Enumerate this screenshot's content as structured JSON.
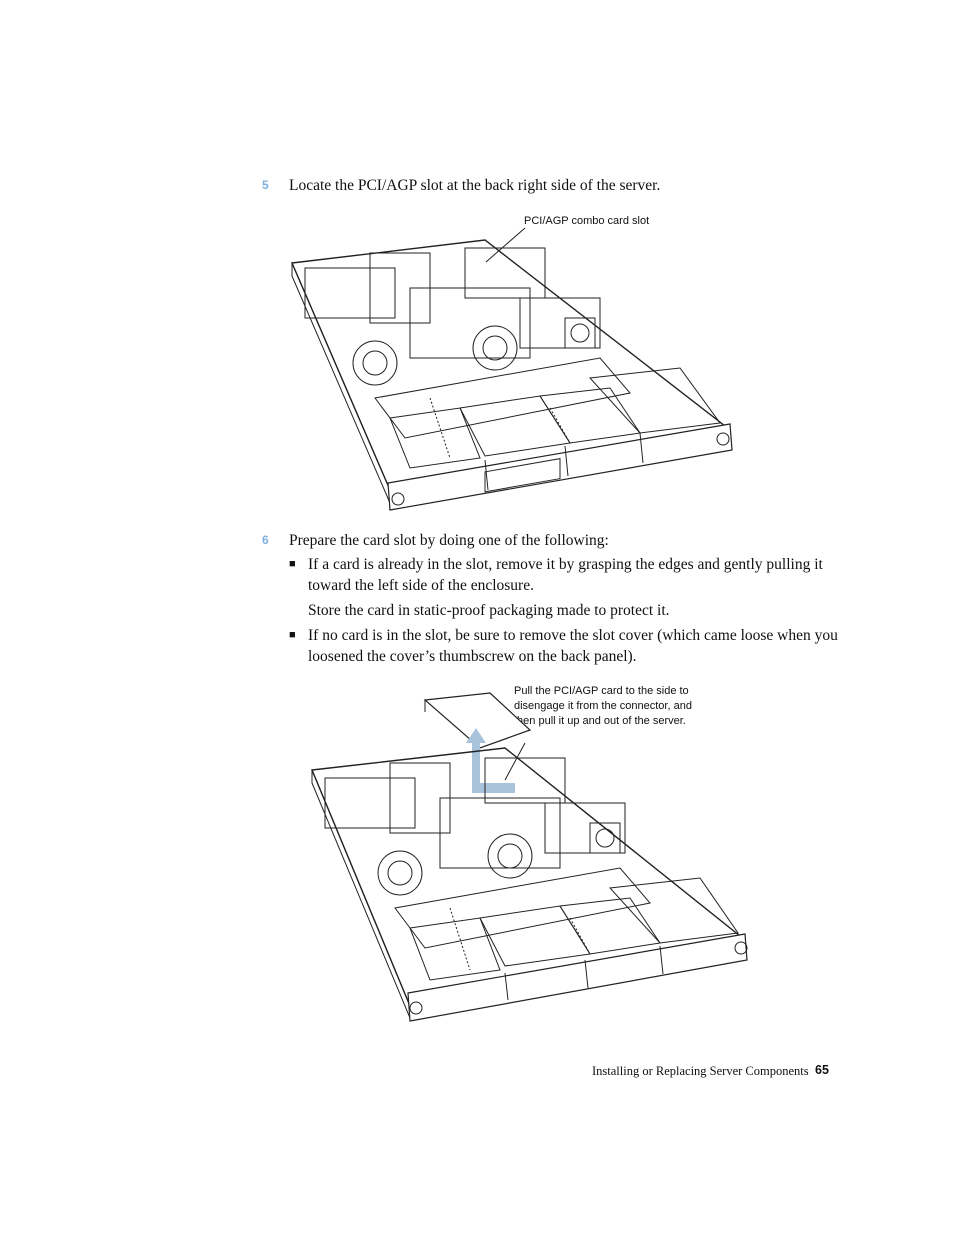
{
  "steps": {
    "step5": {
      "number": "5",
      "text": "Locate the PCI/AGP slot at the back right side of the server."
    },
    "step6": {
      "number": "6",
      "text": "Prepare the card slot by doing one of the following:"
    }
  },
  "bullets": {
    "b1": "If a card is already in the slot, remove it by grasping the edges and gently pulling it toward the left side of the enclosure.",
    "b1_note": "Store the card in static-proof packaging made to protect it.",
    "b2": "If no card is in the slot, be sure to remove the slot cover (which came loose when you loosened the cover’s thumbscrew on the back panel)."
  },
  "bullet_mark": "■",
  "figures": {
    "fig1_callout": "PCI/AGP combo card slot",
    "fig2_callout_lines": [
      "Pull the PCI/AGP card to the side to",
      "disengage it from the connector, and",
      "then pull it up and out of the server."
    ]
  },
  "footer": {
    "section_title": "Installing or Replacing Server Components",
    "page_number": "65"
  },
  "colors": {
    "step_number": "#7fb0de",
    "arrow": "#a9c3dc"
  }
}
